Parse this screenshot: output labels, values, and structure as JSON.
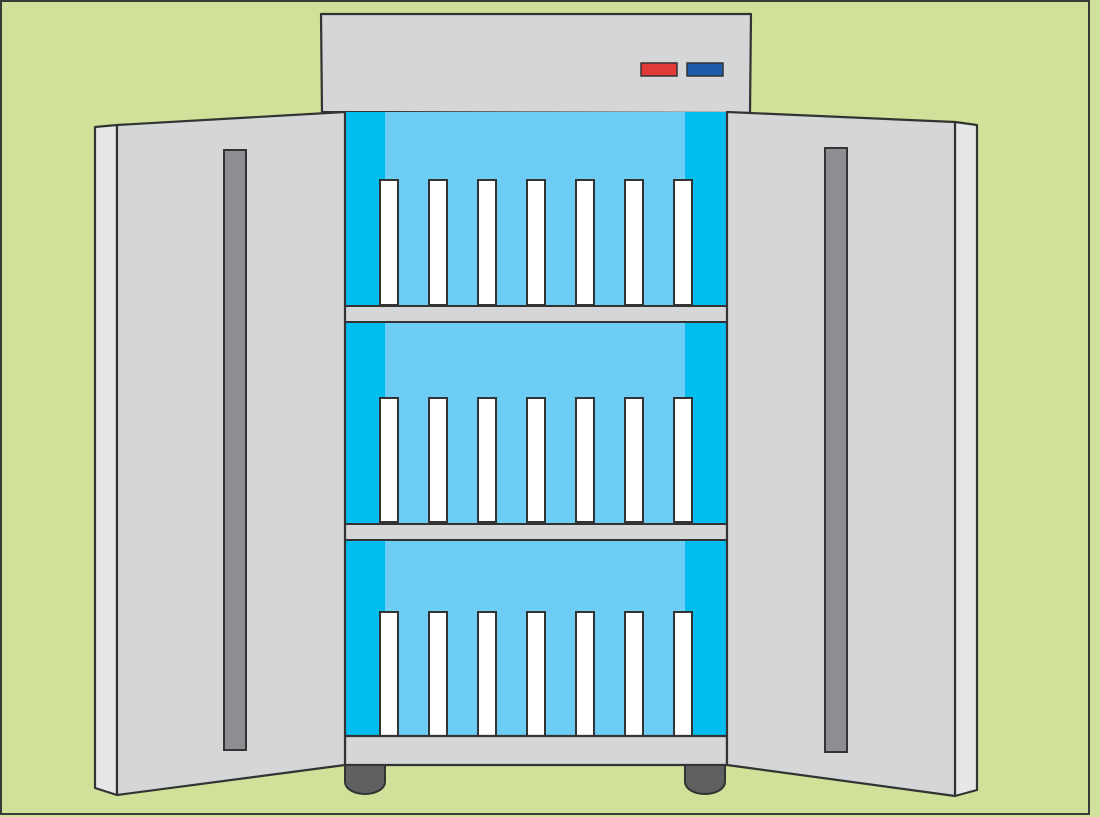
{
  "scene": {
    "subject": "cabinet-with-open-doors",
    "colors": {
      "background": "#d0e29a",
      "frame": "#3a3a3a",
      "metal": "#d5d6d8",
      "metal_light": "#e6e7e8",
      "metal_edge": "#bfc1c3",
      "handle": "#8c8e91",
      "interior_back": "#6dcdf4",
      "interior_side": "#00bdf0",
      "slot": "#ffffff",
      "shelf": "#d5d6d8",
      "wheel": "#5e6062",
      "outline": "#333333",
      "indicator_red": "#e23a36",
      "indicator_blue": "#1d5ca8"
    },
    "shelves": [
      {
        "slots": 7
      },
      {
        "slots": 7
      },
      {
        "slots": 7
      }
    ],
    "indicators": [
      {
        "name": "red-indicator-light",
        "color": "#e23a36"
      },
      {
        "name": "blue-indicator-light",
        "color": "#1d5ca8"
      }
    ],
    "wheels": 2,
    "doors": [
      {
        "side": "left",
        "state": "open"
      },
      {
        "side": "right",
        "state": "open"
      }
    ]
  }
}
